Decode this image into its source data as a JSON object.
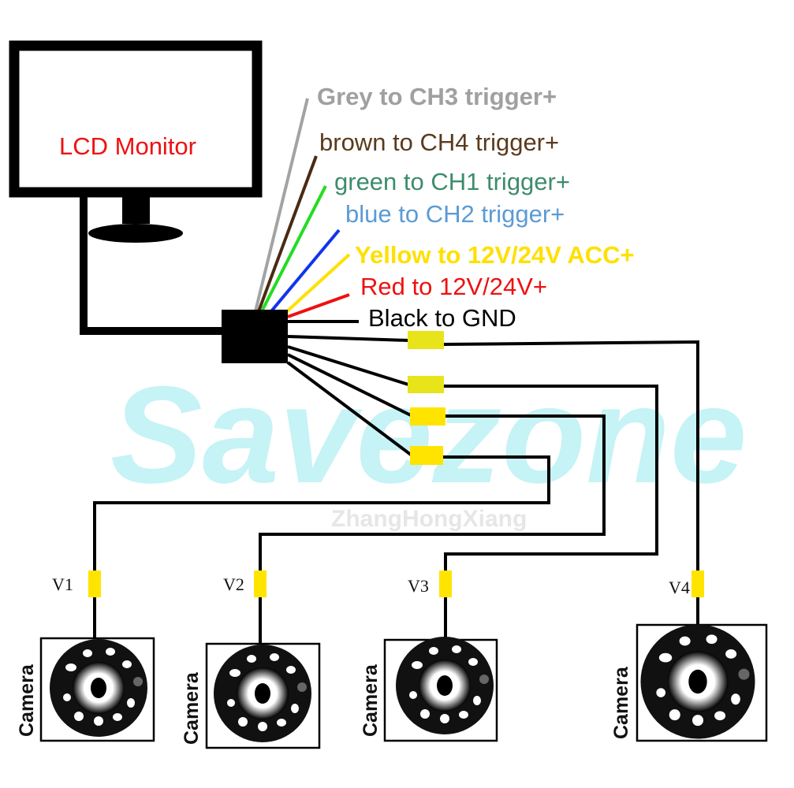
{
  "monitor": {
    "label": "LCD Monitor"
  },
  "wires": [
    {
      "id": "grey",
      "label": "Grey to CH3 trigger+",
      "color": "#a3a3a3",
      "text_color": "#a0a0a0"
    },
    {
      "id": "brown",
      "label": "brown to CH4 trigger+",
      "color": "#4a2a12",
      "text_color": "#5a3a1c"
    },
    {
      "id": "green",
      "label": "green to CH1 trigger+",
      "color": "#22dd22",
      "text_color": "#3d8c6c"
    },
    {
      "id": "blue",
      "label": "blue to CH2 trigger+",
      "color": "#1133ee",
      "text_color": "#5b9bd5"
    },
    {
      "id": "yellow",
      "label": "Yellow to 12V/24V ACC+",
      "color": "#ffe000",
      "text_color": "#ffe000"
    },
    {
      "id": "red",
      "label": "Red to 12V/24V+",
      "color": "#ee1111",
      "text_color": "#ee1111"
    },
    {
      "id": "black",
      "label": "Black to GND",
      "color": "#000000",
      "text_color": "#000000"
    }
  ],
  "video_inputs": [
    "V1",
    "V2",
    "V3",
    "V4"
  ],
  "cameras": [
    {
      "label": "Camera"
    },
    {
      "label": "Camera"
    },
    {
      "label": "Camera"
    },
    {
      "label": "Camera"
    }
  ],
  "watermark": {
    "brand": "Savezone",
    "sub": "ZhangHongXiang"
  },
  "colors": {
    "connector": "#ffe400",
    "watermark": "#c6f3f5"
  }
}
